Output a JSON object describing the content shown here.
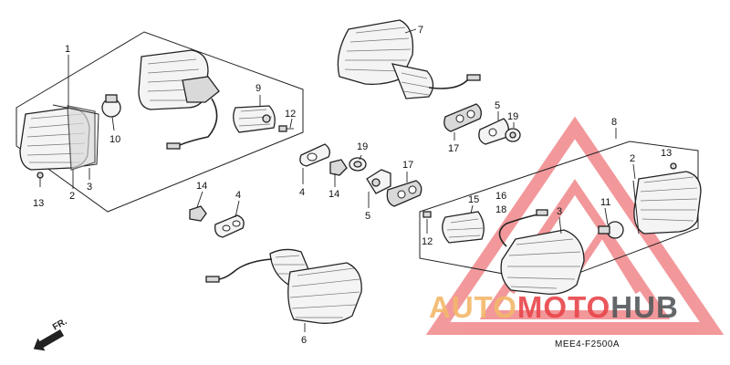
{
  "diagram": {
    "callouts": {
      "c1": "1",
      "c2a": "2",
      "c3a": "3",
      "c13a": "13",
      "c10": "10",
      "c9": "9",
      "c12a": "12",
      "c4a": "4",
      "c14a": "14",
      "c19a": "19",
      "c5a": "5",
      "c17a": "17",
      "c7": "7",
      "c5b": "5",
      "c17b": "17",
      "c19b": "19",
      "c8": "8",
      "c13b": "13",
      "c2b": "2",
      "c3b": "3",
      "c15": "15",
      "c16": "16",
      "c18": "18",
      "c11": "11",
      "c12b": "12",
      "c14b": "14",
      "c4b": "4",
      "c6": "6"
    },
    "direction_label": "FR.",
    "drawing_code": "MEE4-F2500A"
  },
  "watermark": {
    "brand_text": "AUTOMOTOHUB",
    "brand_part_1": "AUTO",
    "brand_part_2": "MOTO",
    "brand_part_3": "HUB",
    "color_part_1": "#f3b86a",
    "color_part_2": "#e8454a",
    "color_part_3": "#55585a",
    "logo_color": "#e8454a"
  }
}
